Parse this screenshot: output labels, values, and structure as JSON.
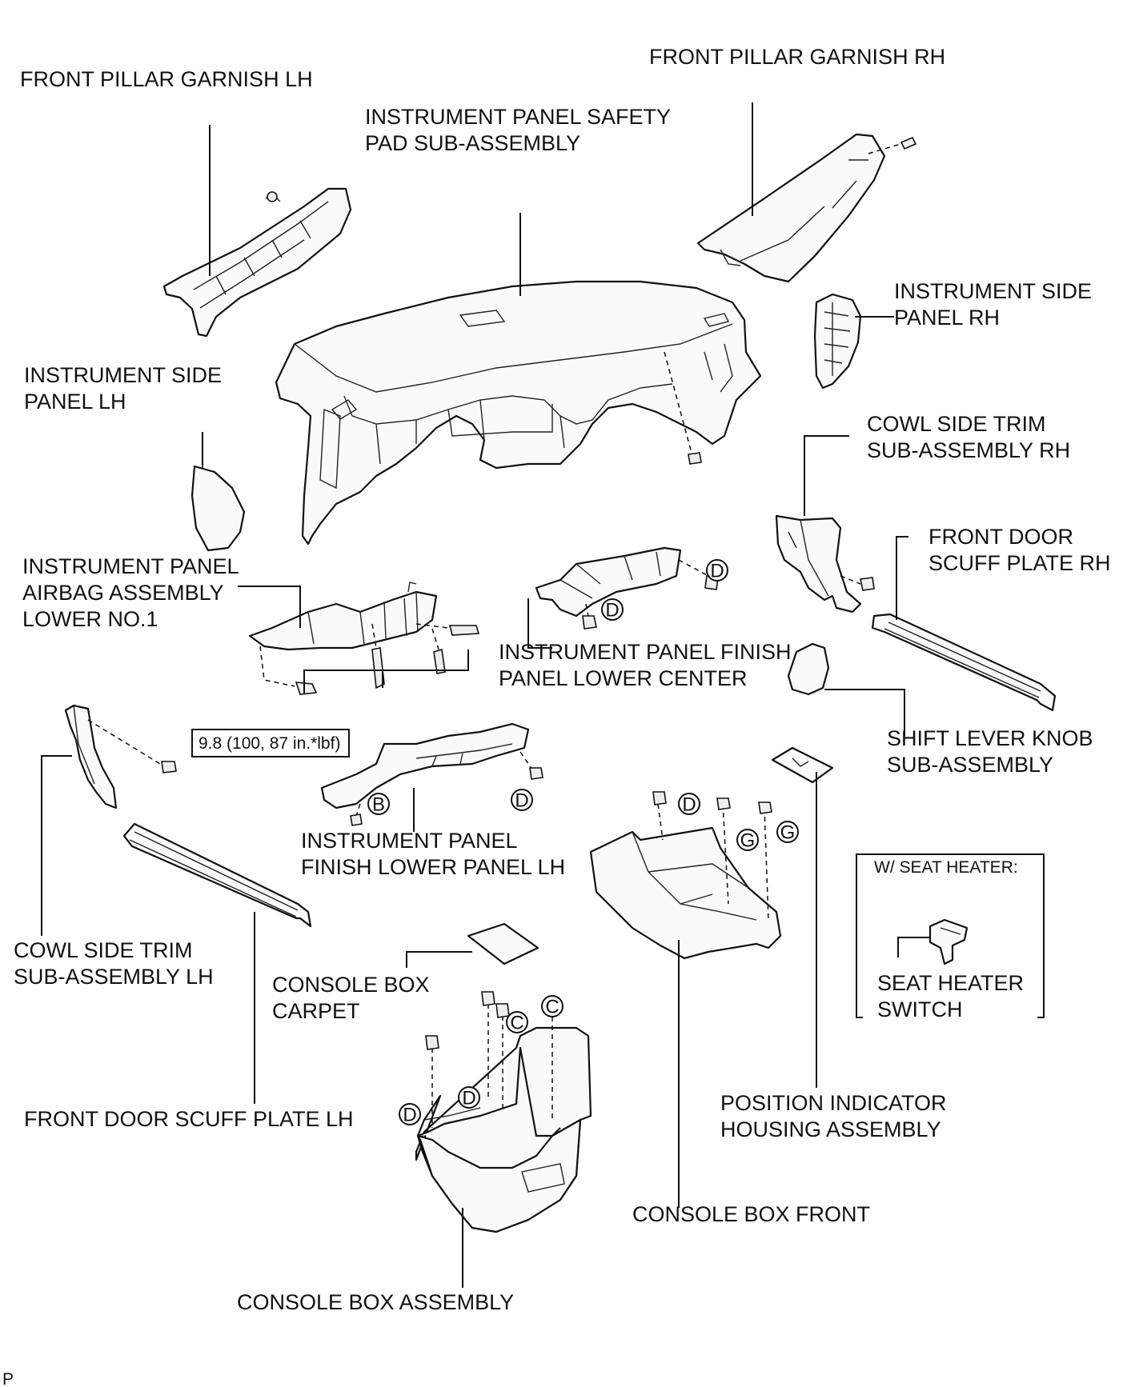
{
  "parts": {
    "front_pillar_garnish_lh": [
      "FRONT PILLAR GARNISH LH"
    ],
    "front_pillar_garnish_rh": [
      "FRONT PILLAR GARNISH RH"
    ],
    "instrument_panel_safety_pad": [
      "INSTRUMENT PANEL SAFETY",
      "PAD SUB-ASSEMBLY"
    ],
    "instrument_side_panel_rh": [
      "INSTRUMENT SIDE",
      "PANEL RH"
    ],
    "instrument_side_panel_lh": [
      "INSTRUMENT SIDE",
      "PANEL LH"
    ],
    "cowl_side_trim_rh": [
      "COWL SIDE TRIM",
      "SUB-ASSEMBLY RH"
    ],
    "instrument_panel_airbag_lower": [
      "INSTRUMENT PANEL",
      "AIRBAG ASSEMBLY",
      "LOWER NO.1"
    ],
    "front_door_scuff_plate_rh": [
      "FRONT DOOR",
      "SCUFF PLATE RH"
    ],
    "instrument_panel_finish_lower_center": [
      "INSTRUMENT PANEL FINISH",
      "PANEL LOWER CENTER"
    ],
    "shift_lever_knob": [
      "SHIFT LEVER KNOB",
      "SUB-ASSEMBLY"
    ],
    "instrument_panel_finish_lower_lh": [
      "INSTRUMENT PANEL",
      "FINISH LOWER PANEL LH"
    ],
    "cowl_side_trim_lh": [
      "COWL SIDE TRIM",
      "SUB-ASSEMBLY LH"
    ],
    "console_box_carpet": [
      "CONSOLE BOX",
      "CARPET"
    ],
    "front_door_scuff_plate_lh": [
      "FRONT DOOR SCUFF PLATE LH"
    ],
    "position_indicator_housing": [
      "POSITION INDICATOR",
      "HOUSING ASSEMBLY"
    ],
    "console_box_front": [
      "CONSOLE BOX FRONT"
    ],
    "console_box_assembly": [
      "CONSOLE BOX ASSEMBLY"
    ],
    "seat_heater_switch": [
      "SEAT HEATER",
      "SWITCH"
    ]
  },
  "seat_heater_box_title": "W/ SEAT HEATER:",
  "torque_spec": "9.8 (100, 87 in.*lbf)",
  "clip_codes": {
    "b": "B",
    "c": "C",
    "d": "D",
    "g": "G"
  },
  "figure_code": "P"
}
